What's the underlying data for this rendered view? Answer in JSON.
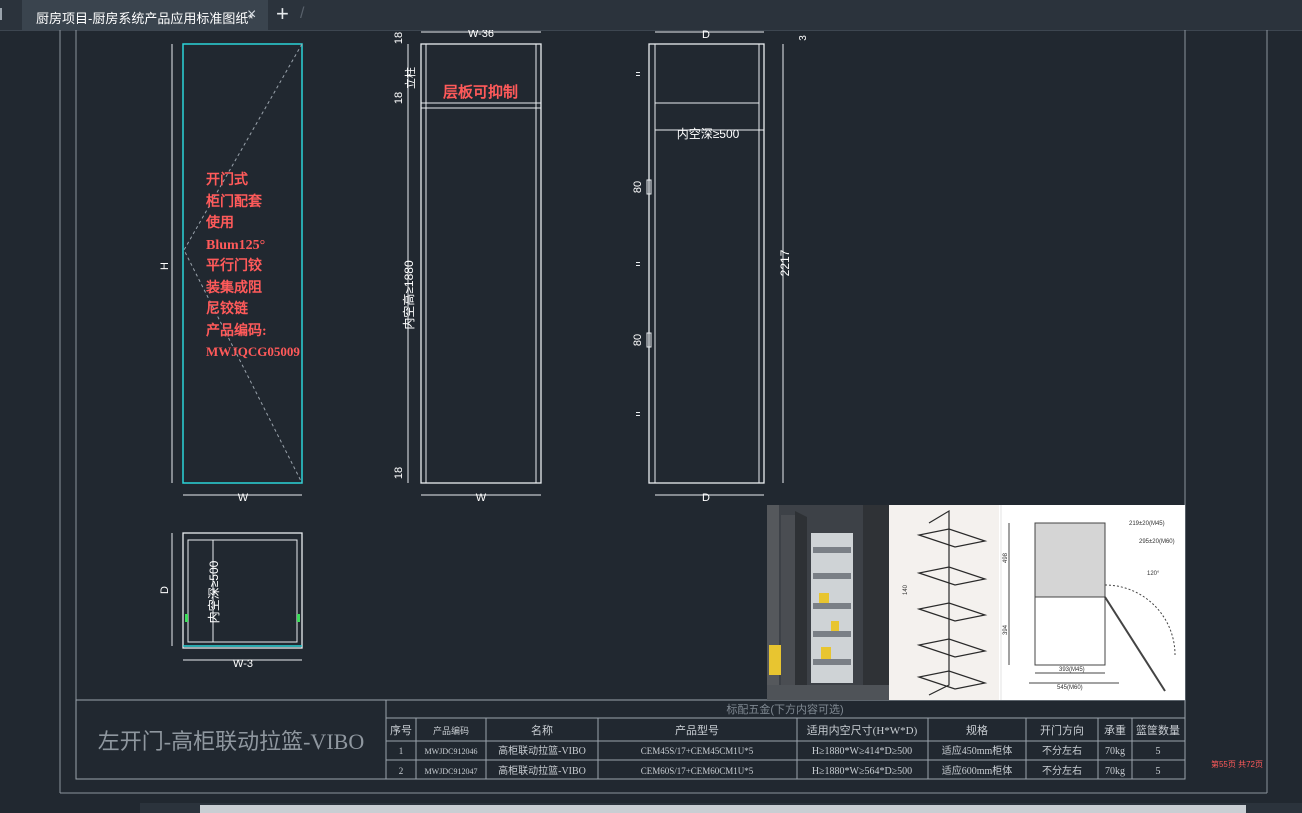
{
  "window": {
    "tab_title": "厨房项目-厨房系统产品应用标准图纸*",
    "close_glyph": "×",
    "new_tab_glyph": "+"
  },
  "drawing": {
    "front_view": {
      "height_label": "H",
      "width_label": "W",
      "note_lines": [
        "开门式",
        "柜门配套",
        "使用",
        "Blum125°",
        "平行门铰",
        "装集成阻",
        "尼铰链",
        "产品编码:",
        "MWJQCG05009"
      ]
    },
    "side_view": {
      "top_width_label": "W-36",
      "dim_top": "18",
      "dim_second": "18",
      "dim_bottom": "18",
      "vertical_label": "立柱",
      "shelf_note": "层板可抑制",
      "inner_height": "内空高≥1880",
      "bottom_label": "W"
    },
    "depth_view": {
      "top_label": "D",
      "top_right": "3",
      "inner_depth": "内空深≥500",
      "mark_1": "80",
      "mark_2": "80",
      "height": "2217",
      "bottom_label": "D"
    },
    "plan_view": {
      "depth_label": "D",
      "inner_depth": "内空深≥500",
      "width_label": "W-3"
    },
    "photo_annotations": {
      "a": "219±20(M45)",
      "b": "295±20(M60)",
      "angle": "120°",
      "h1": "498",
      "h2": "394",
      "w1": "393(M45)",
      "w2": "545(M60)",
      "side": "140"
    },
    "title_block": {
      "title": "左开门-高柜联动拉篮-VIBO",
      "section_header": "标配五金(下方内容可选)",
      "columns": [
        "序号",
        "产品编码",
        "名称",
        "产品型号",
        "适用内空尺寸(H*W*D)",
        "规格",
        "开门方向",
        "承重",
        "篮筐数量"
      ],
      "rows": [
        [
          "1",
          "MWJDC912046",
          "高柜联动拉篮-VIBO",
          "CEM45S/17+CEM45CM1U*5",
          "H≥1880*W≥414*D≥500",
          "适应450mm柜体",
          "不分左右",
          "70kg",
          "5"
        ],
        [
          "2",
          "MWJDC912047",
          "高柜联动拉篮-VIBO",
          "CEM60S/17+CEM60CM1U*5",
          "H≥1880*W≥564*D≥500",
          "适应600mm柜体",
          "不分左右",
          "70kg",
          "5"
        ]
      ],
      "page_info": "第55页 共72页"
    }
  },
  "colors": {
    "background": "#212830",
    "cyan_outline": "#2ad4d8",
    "white_line": "#e9edf0",
    "red_text": "#ff5a5a",
    "grey_frame": "#8a939c"
  }
}
